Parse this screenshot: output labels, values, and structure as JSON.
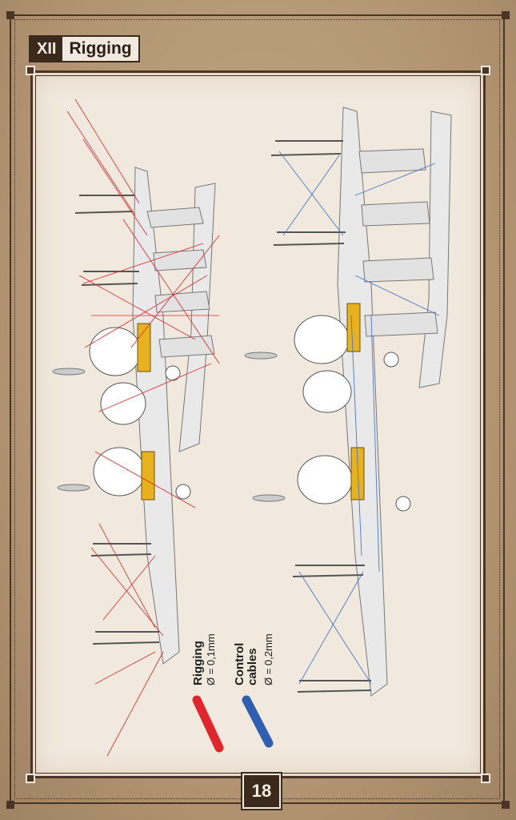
{
  "section": {
    "number": "XII",
    "title": "Rigging"
  },
  "page_number": "18",
  "legend": [
    {
      "title": "Rigging",
      "spec": "Ø = 0,1mm",
      "color": "#e0262b"
    },
    {
      "title_line1": "Control",
      "title_line2": "cables",
      "spec": "Ø = 0,2mm",
      "color": "#2f5fb0"
    }
  ],
  "colors": {
    "rigging_line": "#e0262b",
    "control_line": "#4a78c8",
    "engine_yellow": "#e8b21e",
    "wing_fabric": "#e9e9e9"
  }
}
